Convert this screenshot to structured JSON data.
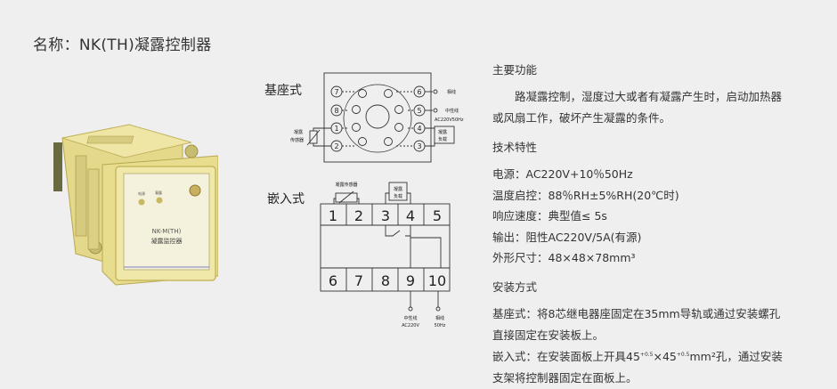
{
  "page": {
    "title": "名称：NK(TH)凝露控制器"
  },
  "product_photo": {
    "model_text": "NK-M(TH)",
    "name_text": "凝露监控器",
    "led1_label": "电源",
    "led2_label": "凝露"
  },
  "base_diagram": {
    "label": "基座式",
    "pins_left": [
      "7",
      "8",
      "1",
      "2"
    ],
    "pins_right": [
      "6",
      "5",
      "4",
      "3"
    ],
    "sensor_label_1": "凝露",
    "sensor_label_2": "传感器",
    "phase_label": "相线",
    "neutral_label": "中性线",
    "supply_label": "AC220V50Hz",
    "load_label_1": "凝露",
    "load_label_2": "负载"
  },
  "embedded_diagram": {
    "label": "嵌入式",
    "top_terminals": [
      "1",
      "2",
      "3",
      "4",
      "5"
    ],
    "bottom_terminals": [
      "6",
      "7",
      "8",
      "9",
      "10"
    ],
    "sensor_label": "凝露传感器",
    "load_label_1": "凝露",
    "load_label_2": "负载",
    "neutral_label_1": "中性线",
    "neutral_label_2": "AC220V",
    "phase_label_1": "相线",
    "phase_label_2": "50Hz"
  },
  "functions": {
    "heading": "主要功能",
    "text": "路凝露控制，湿度过大或者有凝露产生时，启动加热器或风扇工作，破坏产生凝露的条件。"
  },
  "specs": {
    "heading": "技术特性",
    "items": [
      "电源：AC220V+10％50Hz",
      "温度启控：88％RH±5%RH(20℃时)",
      "响应速度：典型值≤ 5s",
      "输出：阻性AC220V/5A(有源)",
      "外形尺寸：48×48×78mm³"
    ]
  },
  "install": {
    "heading": "安装方式",
    "base_text": "基座式：将8芯继电器座固定在35mm导轨或通过安装螺孔直接固定在安装板上。",
    "embed_prefix": "嵌入式：在安装面板上开具45",
    "embed_sup1": "+0.5",
    "embed_mid": "×45",
    "embed_sup2": "+0.5",
    "embed_suffix": "mm²孔，通过安装支架将控制器固定在面板上。"
  }
}
